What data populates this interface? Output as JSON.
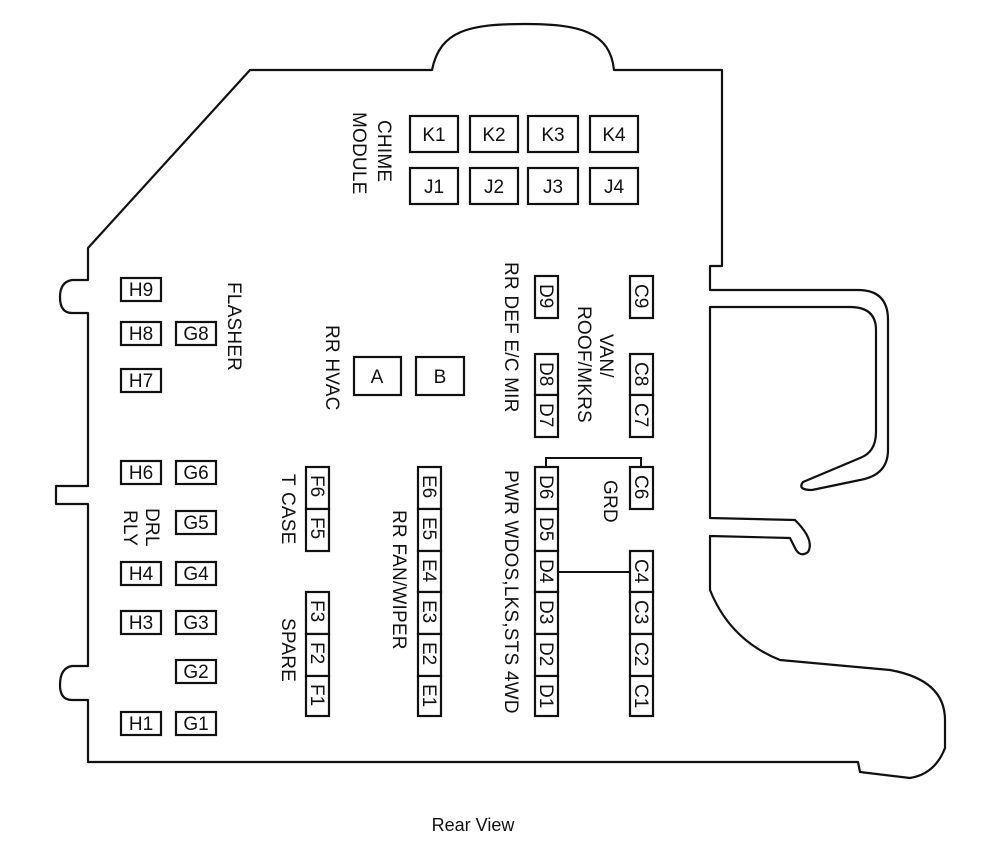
{
  "caption": "Rear View",
  "chime": {
    "line1": "CHIME",
    "line2": "MODULE"
  },
  "k_row": [
    "K1",
    "K2",
    "K3",
    "K4"
  ],
  "j_row": [
    "J1",
    "J2",
    "J3",
    "J4"
  ],
  "relays": [
    "A",
    "B"
  ],
  "labels": {
    "rr_hvac": "RR HVAC",
    "flasher": "FLASHER",
    "drl1": "DRL",
    "drl2": "RLY",
    "t_case1": "T",
    "t_case2": "CASE",
    "spare": "SPARE",
    "rr_fan_wiper": "RR FAN/WIPER",
    "rr_def_ec_mir": "RR DEF  E/C MIR",
    "pwr_wdos": "PWR WDOS,LKS,STS 4WD",
    "van1": "VAN/",
    "van2": "ROOF/MKRS",
    "grd": "GRD"
  },
  "h_col": [
    "H9",
    "H8",
    "H7",
    "H6",
    "H4",
    "H3",
    "H1"
  ],
  "g_col": [
    "G8",
    "G6",
    "G5",
    "G4",
    "G3",
    "G2",
    "G1"
  ],
  "f_col": [
    "F6",
    "F5",
    "F3",
    "F2",
    "F1"
  ],
  "e_col": [
    "E6",
    "E5",
    "E4",
    "E3",
    "E2",
    "E1"
  ],
  "d_col": [
    "D9",
    "D8",
    "D7",
    "D6",
    "D5",
    "D4",
    "D3",
    "D2",
    "D1"
  ],
  "c_col": [
    "C9",
    "C8",
    "C7",
    "C6",
    "C4",
    "C3",
    "C2",
    "C1"
  ]
}
